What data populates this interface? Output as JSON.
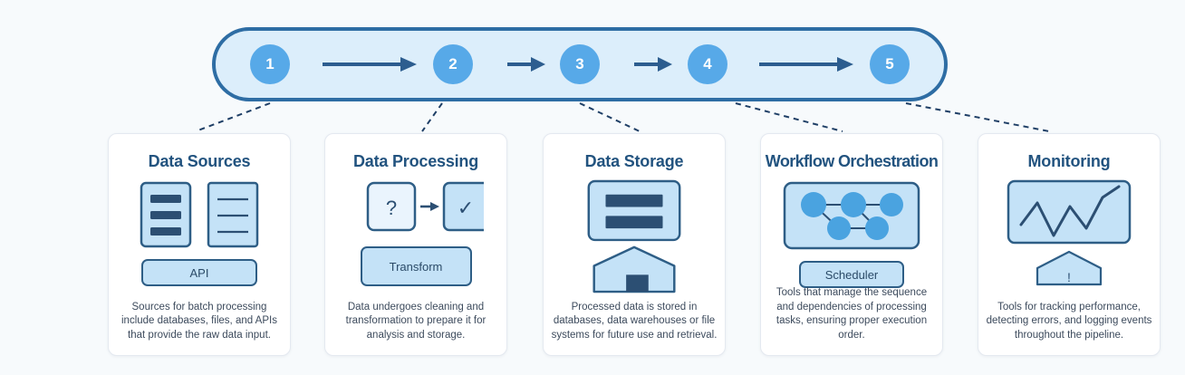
{
  "theme": {
    "page_background": "#f7fafc",
    "navy": "#22537f",
    "bar_border": "#2e6da4",
    "bar_fill": "#dceefb",
    "circle_fill": "#57a9e8",
    "icon_fill": "#c4e2f7",
    "icon_fill_light": "#eaf4fd",
    "icon_stroke": "#2e5e86",
    "bar_dark": "#2c4f73",
    "card_bg": "#ffffff",
    "card_border": "#e4e9f0",
    "body_text": "#3c4a5c"
  },
  "pipeline": {
    "name": "data-pipeline-bar",
    "steps": [
      {
        "label": "1"
      },
      {
        "label": "2"
      },
      {
        "label": "3"
      },
      {
        "label": "4"
      },
      {
        "label": "5"
      }
    ],
    "arrows": [
      {
        "between": "1-2",
        "length": "long"
      },
      {
        "between": "2-3",
        "length": "short"
      },
      {
        "between": "3-4",
        "length": "short"
      },
      {
        "between": "4-5",
        "length": "long"
      }
    ]
  },
  "cards": [
    {
      "id": "data-sources",
      "title": "Data Sources",
      "badge": "API",
      "icons": [
        "document-filled-icon",
        "document-lined-icon"
      ],
      "description": "Sources for batch processing include databases, files, and APIs that provide the raw data input."
    },
    {
      "id": "data-processing",
      "title": "Data Processing",
      "badge": "Transform",
      "icons": [
        "question-box-icon",
        "arrow-right-icon",
        "check-box-icon"
      ],
      "box_left_label": "?",
      "box_right_label": "✓",
      "description": "Data undergoes cleaning and transformation to prepare it for analysis and storage."
    },
    {
      "id": "data-storage",
      "title": "Data Storage",
      "badge": "",
      "icons": [
        "database-icon",
        "warehouse-icon"
      ],
      "description": "Processed data is stored in databases, data warehouses or file systems for future use and retrieval."
    },
    {
      "id": "workflow-orchestration",
      "title": "Workflow Orchestration",
      "badge": "Scheduler",
      "icons": [
        "dag-graph-icon"
      ],
      "description": "Tools that manage the sequence and dependencies of processing tasks, ensuring proper execution order."
    },
    {
      "id": "monitoring",
      "title": "Monitoring",
      "badge": "",
      "icons": [
        "line-chart-icon",
        "alert-house-icon"
      ],
      "alert_label": "!",
      "description": "Tools for tracking performance, detecting errors, and logging events throughout the pipeline."
    }
  ]
}
